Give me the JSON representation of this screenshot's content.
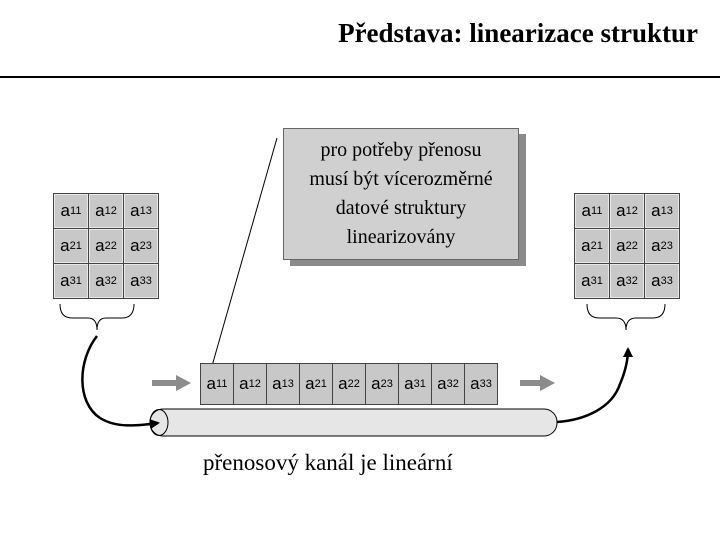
{
  "title": "Představa: linearizace struktur",
  "callout": {
    "lines": [
      "pro potřeby přenosu",
      "musí být vícerozměrné",
      "datové struktury",
      "linearizovány"
    ]
  },
  "channel_label": "přenosový kanál je lineární",
  "source_matrix": [
    [
      {
        "base": "a",
        "sub": "11"
      },
      {
        "base": "a",
        "sub": "12"
      },
      {
        "base": "a",
        "sub": "13"
      }
    ],
    [
      {
        "base": "a",
        "sub": "21"
      },
      {
        "base": "a",
        "sub": "22"
      },
      {
        "base": "a",
        "sub": "23"
      }
    ],
    [
      {
        "base": "a",
        "sub": "31"
      },
      {
        "base": "a",
        "sub": "32"
      },
      {
        "base": "a",
        "sub": "33"
      }
    ]
  ],
  "target_matrix": [
    [
      {
        "base": "a",
        "sub": "11"
      },
      {
        "base": "a",
        "sub": "12"
      },
      {
        "base": "a",
        "sub": "13"
      }
    ],
    [
      {
        "base": "a",
        "sub": "21"
      },
      {
        "base": "a",
        "sub": "22"
      },
      {
        "base": "a",
        "sub": "23"
      }
    ],
    [
      {
        "base": "a",
        "sub": "31"
      },
      {
        "base": "a",
        "sub": "32"
      },
      {
        "base": "a",
        "sub": "33"
      }
    ]
  ],
  "stream": [
    {
      "base": "a",
      "sub": "11"
    },
    {
      "base": "a",
      "sub": "12"
    },
    {
      "base": "a",
      "sub": "13"
    },
    {
      "base": "a",
      "sub": "21"
    },
    {
      "base": "a",
      "sub": "22"
    },
    {
      "base": "a",
      "sub": "23"
    },
    {
      "base": "a",
      "sub": "31"
    },
    {
      "base": "a",
      "sub": "32"
    },
    {
      "base": "a",
      "sub": "33"
    }
  ],
  "colors": {
    "cell_fill": "#c8c8c8",
    "callout_fill": "#d0d0d0",
    "pipe_fill": "#e6e6e6",
    "arrow_gray": "#8c8c8c"
  }
}
